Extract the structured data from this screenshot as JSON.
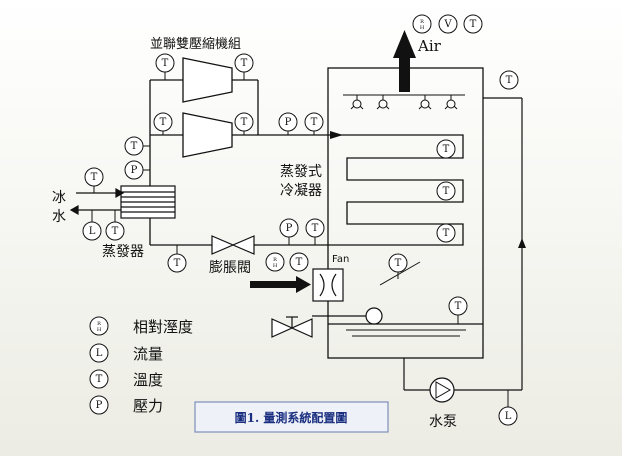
{
  "labels": {
    "compressor": "並聯雙壓縮機組",
    "air": "Air",
    "condenser_line1": "蒸發式",
    "condenser_line2": "冷凝器",
    "chilled_water_line1": "冰",
    "chilled_water_line2": "水",
    "evaporator": "蒸發器",
    "expansion_valve": "膨脹閥",
    "fan": "Fan",
    "pump": "水泵"
  },
  "sensor_symbols": {
    "humidity_top": "R",
    "humidity_bottom": "H",
    "flow": "L",
    "temperature": "T",
    "pressure": "P",
    "velocity": "V"
  },
  "legend": [
    {
      "symbol": "RH",
      "label": "相對溼度"
    },
    {
      "symbol": "L",
      "label": "流量"
    },
    {
      "symbol": "T",
      "label": "溫度"
    },
    {
      "symbol": "P",
      "label": "壓力"
    }
  ],
  "caption": "圖1. 量測系統配置圖",
  "colors": {
    "line": "#111111",
    "caption_border": "#7d8fb8",
    "caption_fill": "#eef1f8",
    "caption_text": "#1a2f80"
  }
}
